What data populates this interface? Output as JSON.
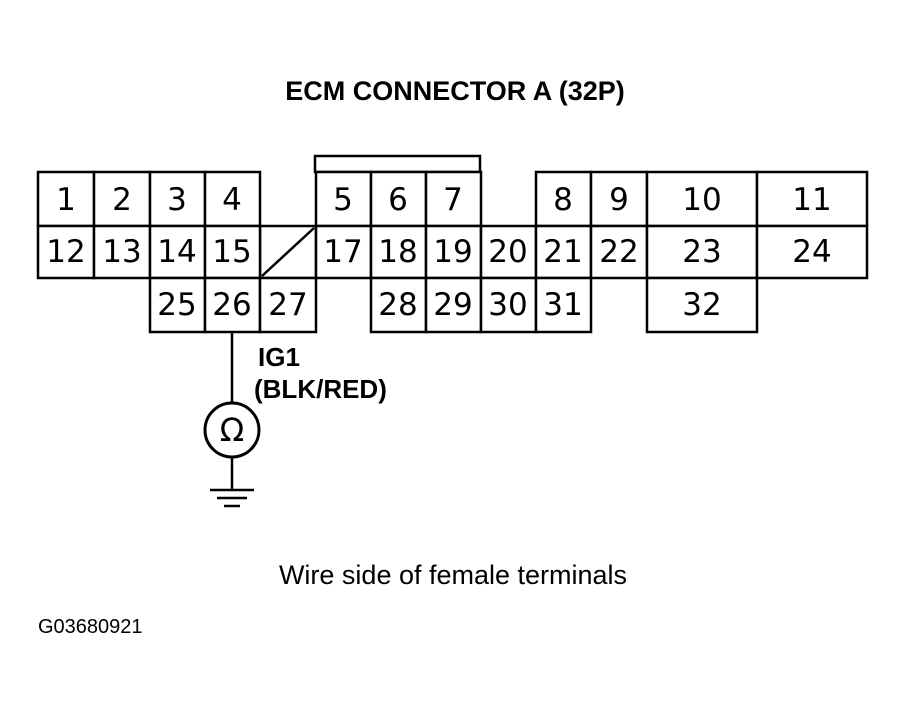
{
  "title": "ECM CONNECTOR A (32P)",
  "wire": {
    "terminal": "IG1",
    "color": "(BLK/RED)"
  },
  "meter_symbol": "Ω",
  "meter_icon": "ohmmeter-icon",
  "ground_icon": "ground-icon",
  "caption": "Wire side of female terminals",
  "figure_code": "G03680921",
  "pins": {
    "p1": "1",
    "p2": "2",
    "p3": "3",
    "p4": "4",
    "p5": "5",
    "p6": "6",
    "p7": "7",
    "p8": "8",
    "p9": "9",
    "p10": "10",
    "p11": "11",
    "p12": "12",
    "p13": "13",
    "p14": "14",
    "p15": "15",
    "p17": "17",
    "p18": "18",
    "p19": "19",
    "p20": "20",
    "p21": "21",
    "p22": "22",
    "p23": "23",
    "p24": "24",
    "p25": "25",
    "p26": "26",
    "p27": "27",
    "p28": "28",
    "p29": "29",
    "p30": "30",
    "p31": "31",
    "p32": "32"
  },
  "colors": {
    "ink": "#000000",
    "background": "#ffffff"
  }
}
